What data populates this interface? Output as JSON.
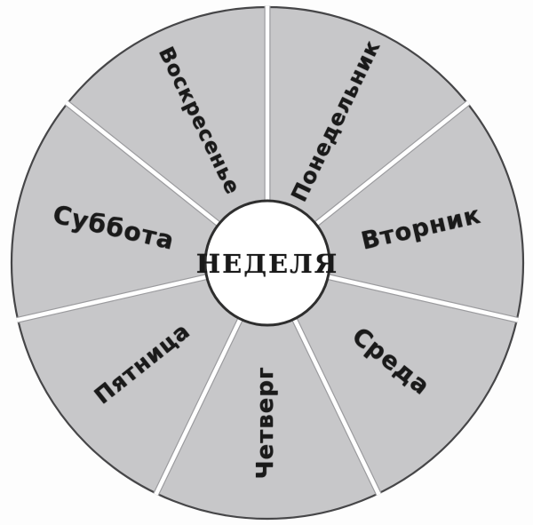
{
  "wheel": {
    "center_label": "НЕДЕЛЯ",
    "segments": [
      {
        "id": "monday",
        "label": "Понедельник"
      },
      {
        "id": "tuesday",
        "label": "Вторник"
      },
      {
        "id": "wednesday",
        "label": "Среда"
      },
      {
        "id": "thursday",
        "label": "Четверг"
      },
      {
        "id": "friday",
        "label": "Пятница"
      },
      {
        "id": "saturday",
        "label": "Суббота"
      },
      {
        "id": "sunday",
        "label": "Воскресенье"
      }
    ],
    "segment_count": 7,
    "colors": {
      "background": "#fdfdfd",
      "segment_fill": "#c7c7c9",
      "rim_stroke": "#464648",
      "divider_gap": "#ffffff",
      "divider_edge": "#9b9b9e",
      "center_fill": "#ffffff",
      "center_stroke": "#2e2e2e",
      "label_text": "#1a1a1a"
    }
  }
}
